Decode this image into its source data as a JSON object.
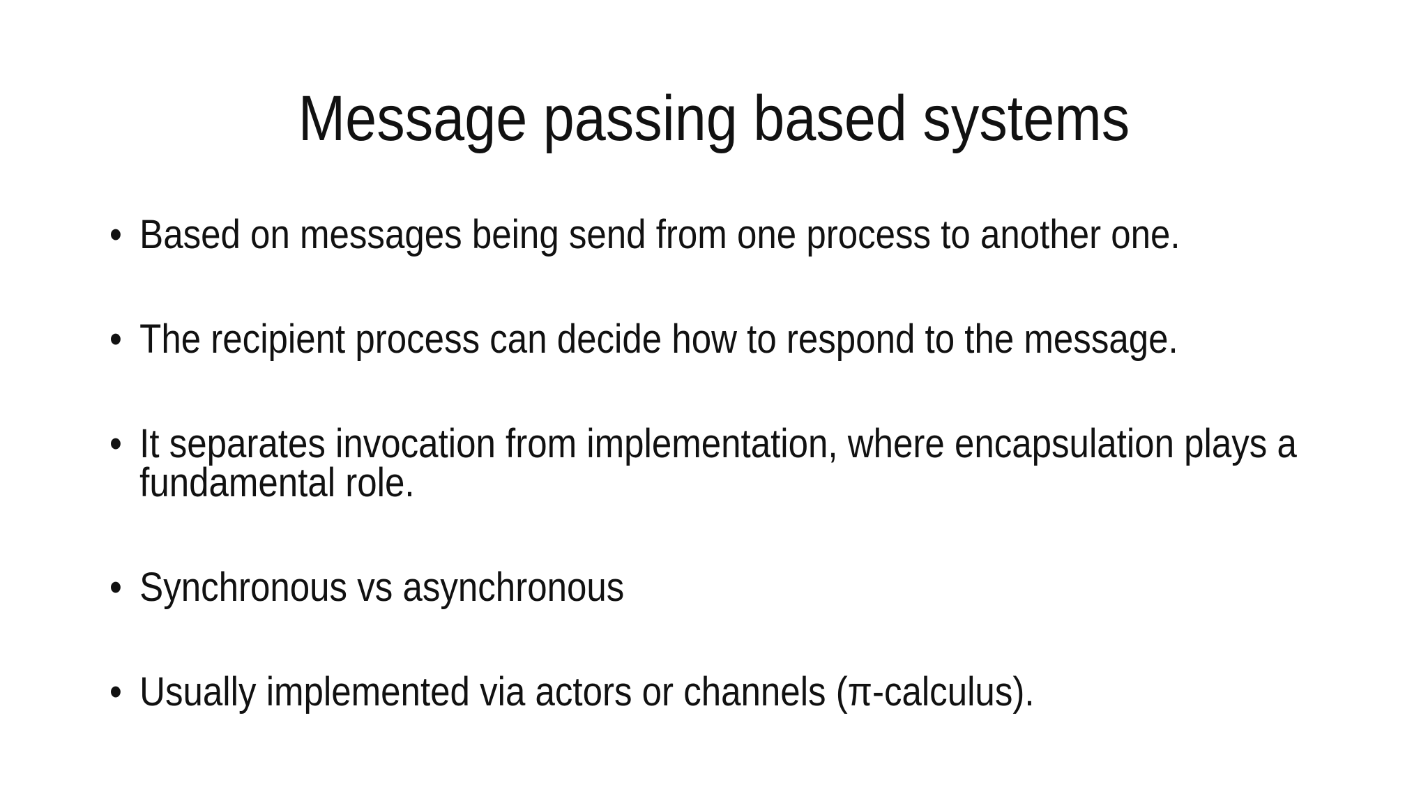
{
  "slide": {
    "title": "Message passing based systems",
    "bullet_glyph": "•",
    "bullets": [
      "Based on messages being send from one process to another one.",
      "The recipient process can decide how to respond to the message.",
      "It separates invocation from implementation, where encapsulation plays a fundamental role.",
      "Synchronous vs asynchronous",
      "Usually implemented via actors or channels (π-calculus)."
    ],
    "colors": {
      "background": "#ffffff",
      "text": "#111111"
    }
  }
}
